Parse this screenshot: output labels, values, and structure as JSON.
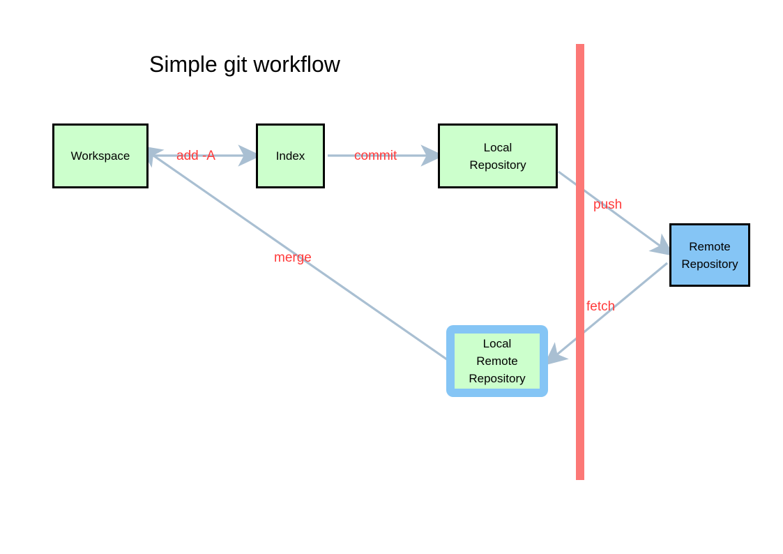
{
  "diagram": {
    "title": "Simple git workflow",
    "type": "flow-diagram",
    "palette": {
      "local_node_fill": "#ccffcc",
      "remote_node_fill": "#85c5f5",
      "node_border": "#000000",
      "outlined_node_border": "#85c5f5",
      "edge_color": "#a9bfd2",
      "edge_label_color": "#ff3b3b",
      "divider_color": "#fc7876",
      "background": "#ffffff"
    },
    "divider": {
      "name": "local-remote-boundary",
      "orientation": "vertical",
      "color": "#fc7876"
    },
    "nodes": [
      {
        "id": "workspace",
        "label": "Workspace",
        "kind": "local"
      },
      {
        "id": "index",
        "label": "Index",
        "kind": "local"
      },
      {
        "id": "local_repo",
        "label": "Local\nRepository",
        "kind": "local"
      },
      {
        "id": "remote_repo",
        "label": "Remote\nRepository",
        "kind": "remote"
      },
      {
        "id": "local_remote",
        "label": "Local\nRemote\nRepository",
        "kind": "local-outlined"
      }
    ],
    "edges": [
      {
        "id": "add",
        "label": "add -A",
        "from": "workspace",
        "to": "index"
      },
      {
        "id": "commit",
        "label": "commit",
        "from": "index",
        "to": "local_repo"
      },
      {
        "id": "push",
        "label": "push",
        "from": "local_repo",
        "to": "remote_repo"
      },
      {
        "id": "fetch",
        "label": "fetch",
        "from": "remote_repo",
        "to": "local_remote"
      },
      {
        "id": "merge",
        "label": "merge",
        "from": "local_remote",
        "to": "workspace"
      }
    ]
  }
}
